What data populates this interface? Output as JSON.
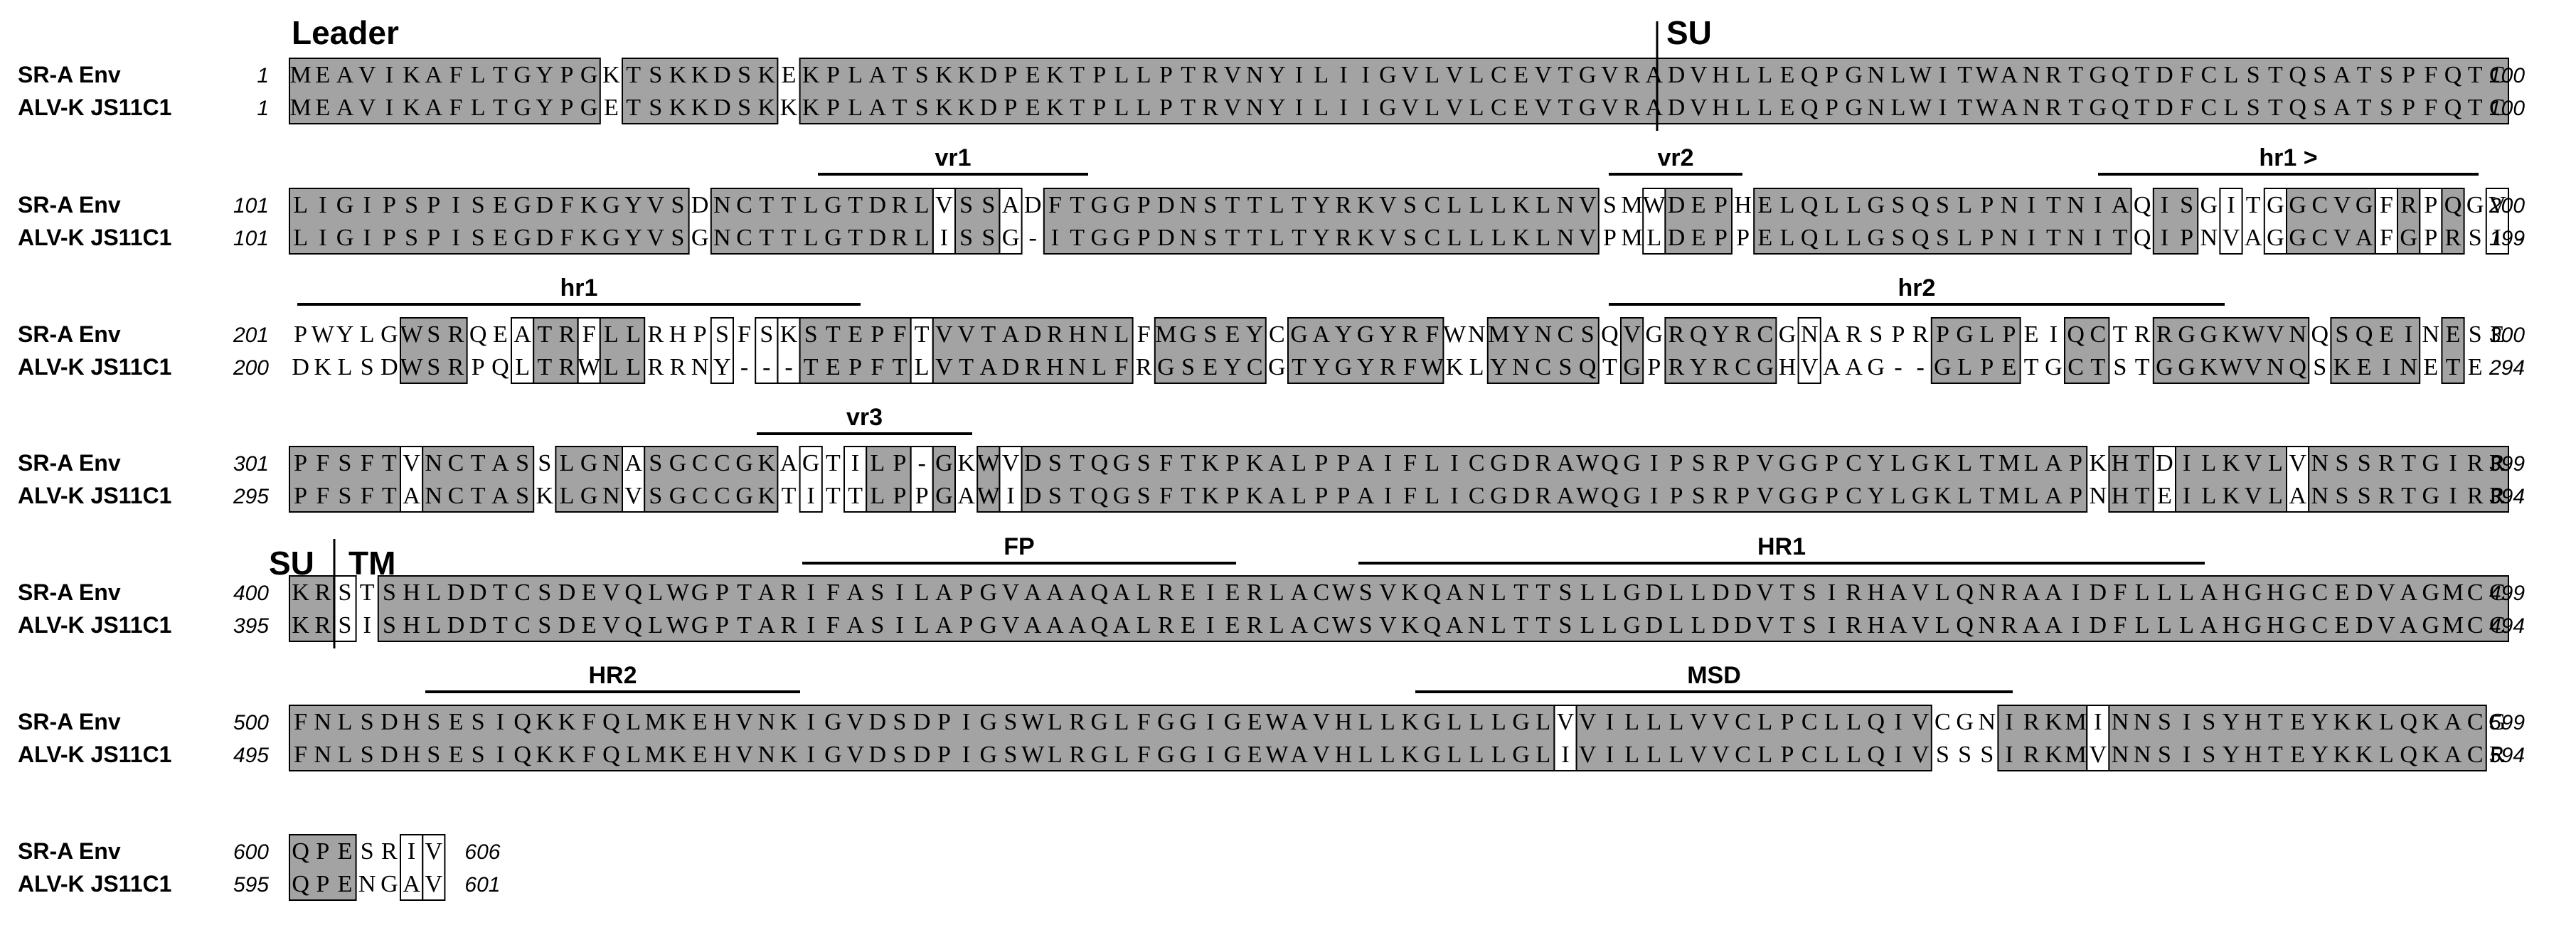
{
  "sequences": [
    "SR-A Env",
    "ALV-K JS11C1"
  ],
  "blocks": [
    {
      "ranges": [
        [
          "1",
          "100"
        ],
        [
          "1",
          "100"
        ]
      ],
      "rows": [
        "MEAVIKAFLTGYPGKTSKKDSKEKPLATSKKDPEKTPLLPTRVNYILIIGVLVLCEVTGVRADVHLLEQPGNLWITWANRTGQTDFCLSTQSATSPFQTC",
        "MEAVIKAFLTGYPGETSKKDSKKKPLATSKKDPEKTPLLPTRVNYILIIGVLVLCEVTGVRADVHLLEQPGNLWITWANRTGQTDFCLSTQSATSPFQTC"
      ],
      "mask": "SSSSSSSSSSSSSSNSSSSSSSNSSSSSSSSSSSSSSSSSSSSSSSSSSSSSSSSSSSSSSSSSSSSSSSSSSSSSSSSSSSSSSSSSSSSSSSSSSSSSS"
    },
    {
      "ranges": [
        [
          "101",
          "200"
        ],
        [
          "101",
          "199"
        ]
      ],
      "rows": [
        "LIGIPSPISEGDFKGYVSDNCTTLGTDRLVSSADFTGGPDNSTTLTYRKVSCLLLKLNVSMWDEPHELQLLGSQSLPNITNIAQISGITGGCVGFRPQGV",
        "LIGIPSPISEGDFKGYVSGNCTTLGTDRLISSG-ITGGPDNSTTLTYRKVSCLLLKLNVPMLDEPPELQLLGSQSLPNITNITQIPNVAGGCVAFGPRSI-"
      ],
      "mask": "SSSSSSSSSSSSSSSSSSNSSSSSSSSSSBSSBNSSSSSSSSSSSSSSSSSSSSSSSSSNNBSSSNSSSSSSSSSSSSSSSSSNSSNBNBSSSSBSBSNBN"
    },
    {
      "ranges": [
        [
          "201",
          "300"
        ],
        [
          "200",
          "294"
        ]
      ],
      "rows": [
        "PWYLGWSRQEATRFLLRHPSFSKSTEPFTVVTADRHNLFMGSEYCGAYGYRFWNMYNCSQVGRQYRCGNARSPRPGLPEIQCTRRGGKWVNQSQEINESE",
        "DKLSDWSRPQLTRWLLRRNY---TEPFTLVTADRHNLFRGSEYCGTYGYRFWKLYNCSQTGPRYRCGHVAAG--GLPETGCTSTGGKWVNQSKEINETE"
      ],
      "mask": "NNNNNSSSNNBSSBSSNNNBNBBSSSSSBSSSSSSSSSNSSSSSNSSSSSSSNNSSSSSNSNSSSSSNBNNNNNSSSSNNSSNNSSSSSSSNSSSSNS"
    },
    {
      "ranges": [
        [
          "301",
          "399"
        ],
        [
          "295",
          "394"
        ]
      ],
      "rows": [
        "PFSFTVNCTASSLGNASGCCGKAGTILP-GKWVDSTQGSFTKPKALPPAIFLICGDRAWQGIPSRPVGGPCYLGKLTMLAPKHTDILKVLVNSSRTGIRR",
        "PFSFTANCTASKLGNVSGCCGKTITTLPPGAWIDSTQGSFTKPKALPPAIFLICGDRAWQGIPSRPVGGPCYLGKLTMLAPNHTEILKVLANSSRTGIRR"
      ],
      "mask": "SSSSSBSSSSSNSSSBSSSSSSNBNBSSBSNSBSSSSSSSSSSSSSSSSSSSSSSSSSSSSSSSSSSSSSSSSSSSSSSSSNSSBSSSSSBSSSSSSSSS"
    },
    {
      "ranges": [
        [
          "400",
          "499"
        ],
        [
          "395",
          "494"
        ]
      ],
      "rows": [
        "KRSTSHLDDTCSDEVQLWGPTARIFASILAPGVAAAQALREIERLACWSVKQANLTTSLLGDLLDDVTSIRHAVLQNRAAIDFLLLAHGHGCEDVAGMCC",
        "KRSISHLDDTCSDEVQLWGPTARIFASILAPGVAAAQALREIERLACWSVKQANLTTSLLGDLLDDVTSIRHAVLQNRAAIDFLLLAHGHGCEDVAGMCC"
      ],
      "mask": "SSBNSSSSSSSSSSSSSSSSSSSSSSSSSSSSSSSSSSSSSSSSSSSSSSSSSSSSSSSSSSSSSSSSSSSSSSSSSSSSSSSSSSSSSSSSSSSSSSSS"
    },
    {
      "ranges": [
        [
          "500",
          "599"
        ],
        [
          "495",
          "594"
        ]
      ],
      "rows": [
        "FNLSDHSESIQKKFQLMKEHVNKIGVDSDPIGSWLRGLFGGIGEWAVHLLKGLLLGLVVILLLVVCLPCLLQIVCGNIRKMINNSISYHTEYKKLQKACG",
        "FNLSDHSESIQKKFQLMKEHVNKIGVDSDPIGSWLRGLFGGIGEWAVHLLKGLLLGLIVILLLVVCLPCLLQIVSSSIRKMVNNSISYHTEYKKLQKACR"
      ],
      "mask": "SSSSSSSSSSSSSSSSSSSSSSSSSSSSSSSSSSSSSSSSSSSSSSSSSSSSSSSSSBSSSSSSSSSSSSSSSSNNNSSSSBSSSSSSSSSSSSSSSSSN"
    },
    {
      "ranges": [
        [
          "600",
          "606"
        ],
        [
          "595",
          "601"
        ]
      ],
      "rows": [
        "QPESRIV",
        "QPENGAV"
      ],
      "mask": "SSSNNBB"
    }
  ],
  "regions": [
    {
      "block": 0,
      "label": "Leader"
    },
    {
      "block": 0,
      "label": "SU"
    },
    {
      "block": 1,
      "label": "vr1"
    },
    {
      "block": 1,
      "label": "vr2"
    },
    {
      "block": 1,
      "label": "hr1 >"
    },
    {
      "block": 2,
      "label": "hr1"
    },
    {
      "block": 2,
      "label": "hr2"
    },
    {
      "block": 3,
      "label": "vr3"
    },
    {
      "block": 4,
      "label": "SU"
    },
    {
      "block": 4,
      "label": "TM"
    },
    {
      "block": 4,
      "label": "FP"
    },
    {
      "block": 4,
      "label": "HR1"
    },
    {
      "block": 5,
      "label": "HR2"
    },
    {
      "block": 5,
      "label": "MSD"
    }
  ],
  "colors": {
    "identical_fill": "#a3a3a3",
    "outline": "#000000",
    "text": "#000000"
  },
  "legend_note": "mask codes: S = shaded (identical), B = boxed (similar), N = plain"
}
